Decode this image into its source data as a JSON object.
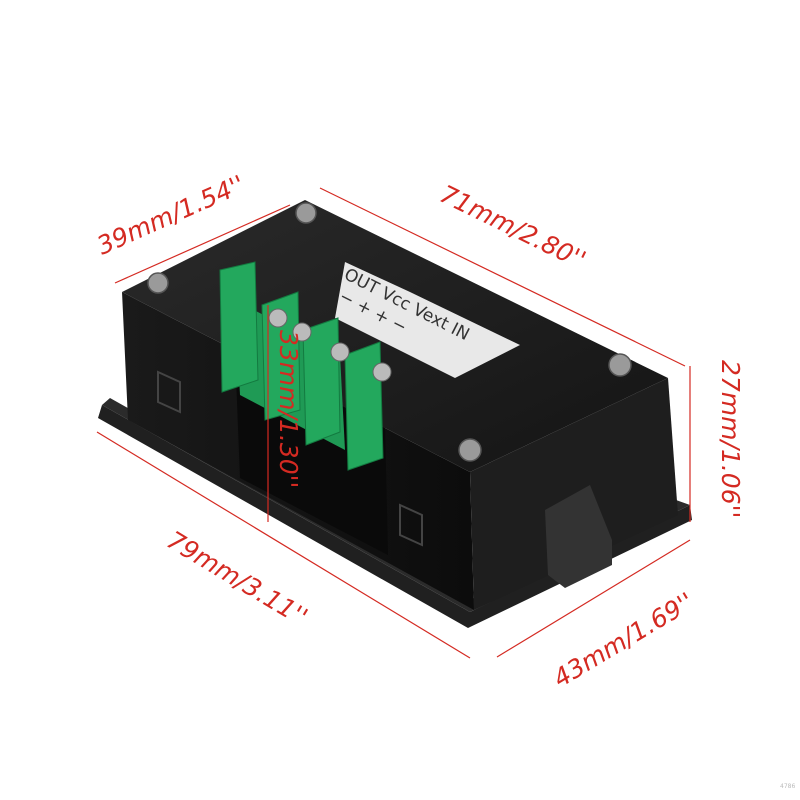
{
  "product_label": {
    "terminals": "OUT Vcc Vext IN",
    "polarity": "−  +  +  −"
  },
  "dimensions": {
    "depth_top": "39mm/1.54''",
    "length_top": "71mm/2.80''",
    "height": "27mm/1.06''",
    "inner_height": "33mm/1.30''",
    "flange_length": "79mm/3.11''",
    "flange_depth": "43mm/1.69''"
  },
  "watermark": "4786",
  "colors": {
    "dimension": "#d42a22",
    "housing": "#1c1c1c",
    "terminal": "#1f9a55",
    "label": "#e8e8e8"
  }
}
